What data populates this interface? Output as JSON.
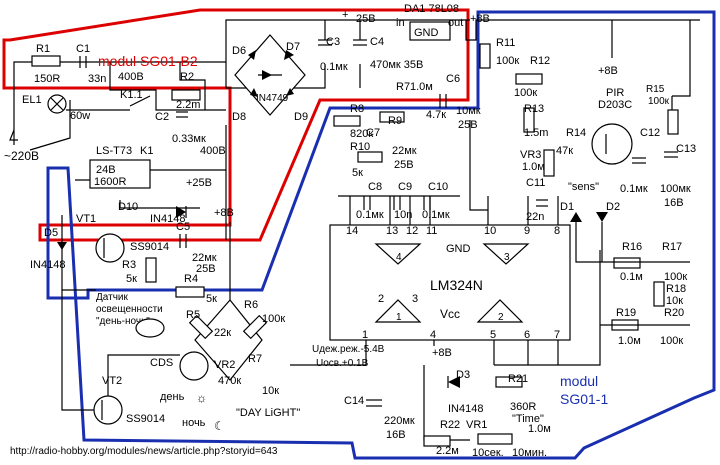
{
  "modules": {
    "sg01_b2": "modul SG01-B2",
    "sg01_1_line1": "modul",
    "sg01_1_line2": "SG01-1"
  },
  "colors": {
    "module_b2": "#dd0000",
    "module_1": "#1a2fb0"
  },
  "components": {
    "R1": "R1",
    "R1v": "150R",
    "C1": "C1",
    "C1v": "33n",
    "v400a": "400B",
    "K1_1": "K1.1",
    "R2": "R2",
    "R2v": "2.2m",
    "C2": "C2",
    "C2v": "0.33мк",
    "C2volt": "400B",
    "EL1": "EL1",
    "lamp_w": "60w",
    "mains": "~220B",
    "D6": "D6",
    "D7": "D7",
    "D8": "D8",
    "D9": "D9",
    "zener": "IN4749",
    "C3": "C3",
    "C3v": "0.1мк",
    "C4": "C4",
    "C4v": "470мк 35B",
    "plus25": "+",
    "v25": "25B",
    "DA1": "DA1 78L08",
    "da_in": "in",
    "da_out": "out",
    "da_gnd": "GND",
    "v8top": "+8B",
    "relay": "LS-T73",
    "relay_k1": "K1",
    "relay_v": "24B",
    "relay_r": "1600R",
    "relay_plus": "+25B",
    "D10": "D10",
    "D10v": "IN4148",
    "VT1": "VT1",
    "VT1v": "SS9014",
    "D5": "D5",
    "D5v": "IN4148",
    "C5": "C5",
    "C5v": "22мк",
    "C5volt": "25B",
    "v8left": "+8B",
    "R3": "R3",
    "R3v": "5к",
    "R4": "R4",
    "R4v": "5к",
    "R5": "R5",
    "R5v": "22к",
    "R6": "R6",
    "R6v": "100к",
    "R7": "R7",
    "R7v": "10к",
    "VR2": "VR2",
    "VR2v": "470к",
    "CDS": "CDS",
    "sensor1": "Датчик",
    "sensor2": "освещенности",
    "sensor3": "\"день-ночь\"",
    "day": "день",
    "night": "ночь",
    "daylight": "\"DAY LiGHT\"",
    "VT2": "VT2",
    "VT2v": "SS9014",
    "R8": "R8",
    "R8v": "820к",
    "R9": "R9",
    "R9v": "4.7к",
    "R7b": "R7",
    "R7bv": "1.0м",
    "C6": "C6",
    "C6v": "10мк",
    "C6volt": "25B",
    "C7": "C7",
    "C7v": "22мк",
    "C7volt": "25B",
    "R10": "R10",
    "R10v": "5к",
    "C8": "C8",
    "C8v": "0.1мк",
    "C9": "C9",
    "C9v": "10n",
    "C10": "C10",
    "C10v": "0.1мк",
    "R11": "R11",
    "R11v": "100к",
    "R12": "R12",
    "R12v": "100к",
    "R13": "R13",
    "R13v": "1.5m",
    "VR3": "VR3",
    "VR3v": "1.0м",
    "R14": "R14",
    "R14v": "47к",
    "sens": "\"sens\"",
    "C11": "C11",
    "C11v": "22n",
    "PIR": "PIR",
    "PIRv": "D203C",
    "C12": "C12",
    "C12v": "0.1мк",
    "C13": "C13",
    "C13v": "100мк",
    "C13volt": "16B",
    "R15": "R15",
    "R15v": "100к",
    "v8right": "+8B",
    "D1": "D1",
    "D2": "D2",
    "R16": "R16",
    "R16v": "0.1м",
    "R17": "R17",
    "R17v": "100к",
    "R18": "R18",
    "R18v": "10к",
    "R19": "R19",
    "R19v": "1.0м",
    "R20": "R20",
    "R20v": "100к",
    "ic": "LM324N",
    "gnd": "GND",
    "vcc": "Vcc",
    "v8ic": "+8B",
    "udezh": "Uдеж.реж.-5.4B",
    "uosv": "Uосв.+0.1B",
    "D3": "D3",
    "D3v": "IN4148",
    "R21": "R21",
    "R21v": "360R",
    "C14": "C14",
    "C14v": "220мк",
    "C14volt": "16B",
    "R22": "R22",
    "R22v": "2.2м",
    "VR1": "VR1",
    "VR1v": "1.0м",
    "time": "\"Time\"",
    "t10s": "10сек.",
    "t10m": "10мин."
  },
  "pins": {
    "p14": "14",
    "p13": "13",
    "p12": "12",
    "p11": "11",
    "p10": "10",
    "p9": "9",
    "p8": "8",
    "p1": "1",
    "p2": "2",
    "p3": "3",
    "p4": "4",
    "p5": "5",
    "p6": "6",
    "p7": "7",
    "amp4": "4",
    "amp3": "3",
    "amp1": "1",
    "amp2": "2"
  },
  "source_url": "http://radio-hobby.org/modules/news/article.php?storyid=643"
}
